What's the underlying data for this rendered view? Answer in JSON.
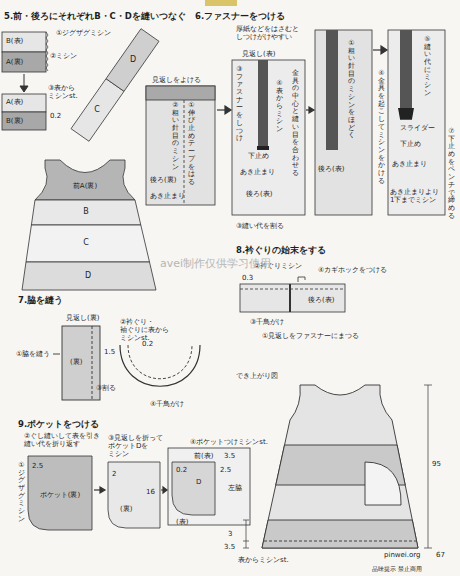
{
  "diagram": {
    "nodes": [
      {
        "text": [
          "D"
        ]
      },
      {
        "text": [
          "C"
        ]
      },
      {
        "text": [
          "前A(裏)"
        ]
      },
      {
        "text": [
          "B"
        ]
      },
      {
        "text": [
          "C"
        ]
      },
      {
        "text": [
          "D"
        ]
      },
      {
        "text": [
          "ポケット(裏)"
        ]
      }
    ],
    "labels": [
      "5.前・後ろにそれぞれB・C・Dを縫いつなぐ",
      "①ジグザグミシン",
      "B(表)",
      "②ミシン",
      "A(裏)",
      "③表から ミシンst.",
      "A(表)",
      "0.2",
      "B(裏)",
      "6.ファスナーをつける",
      "厚紙などをはさむと しつけがけやすい",
      "見返し(表)",
      "見返しをよける",
      "②粗い針目のミシン",
      "①伸び止めテープをはる",
      "後ろ(裏)",
      "あき止まり",
      "③ファスナーをしつけ",
      "④表からミシン",
      "金具の中心と縫い目を合わせる",
      "下止め",
      "あき止まり",
      "後ろ(表)",
      "③縫い代を割る",
      "①粗い針目のミシンをほどく",
      "④金具を起こしてミシンをかける",
      "後ろ(表)",
      "スライダー",
      "下止め",
      "あき止まり",
      "あき止まりより 1下までミシン",
      "⑤縫い代にミシン",
      "⑦下止めをペンチで締める",
      "7.脇を縫う",
      "見返し(裏)",
      "②衿ぐり・袖ぐりに表から ミシンst.",
      "0.2",
      "①脇を縫う",
      "1.5",
      "(裏)",
      "③割る",
      "④千鳥がけ",
      "8.衿ぐりの始末をする",
      "②衿ぐりミシン",
      "0.3",
      "④カギホックをつける",
      "後ろ(表)",
      "③千鳥がけ",
      "①見返しをファスナーにまつる",
      "でき上がり図",
      "95",
      "9.ポケットをつける",
      "②ぐし縫いして表を引き 縫い代を折り返す",
      "③見返しを折って ポケットDを ミシン",
      "④ポケットつけミシンst.",
      "①ジグザグミシン",
      "2.5",
      "2",
      "16",
      "(裏)",
      "前(表)",
      "3.5",
      "D",
      "0.2",
      "2.5",
      "左脇",
      "(表)",
      "3",
      "3.5",
      "表からミシンst.",
      "avei制作仅供学习使用",
      "pinwei.org",
      "67",
      "品味提示 禁止商用"
    ]
  }
}
